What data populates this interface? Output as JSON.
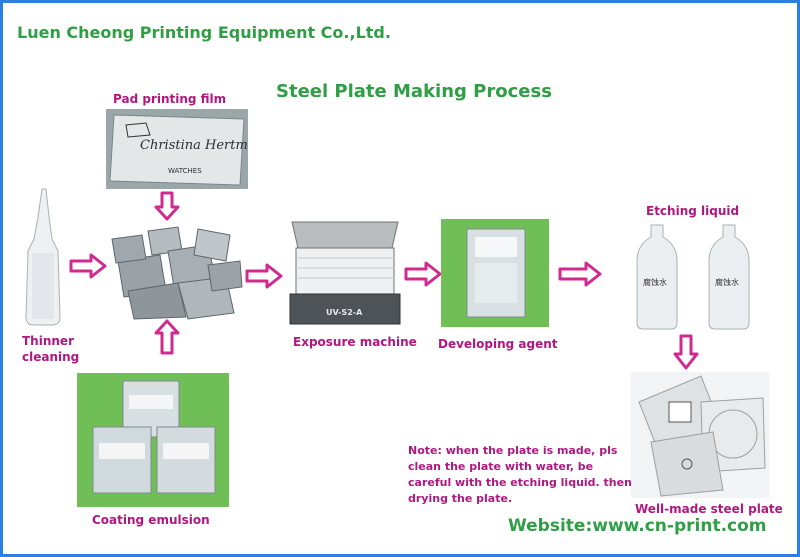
{
  "company": "Luen Cheong Printing Equipment Co.,Ltd.",
  "title": "Steel Plate Making Process",
  "labels": {
    "film": "Pad printing film",
    "thinner": "Thinner\ncleaning",
    "exposure": "Exposure machine",
    "developing": "Developing agent",
    "etching": "Etching liquid",
    "coating": "Coating emulsion",
    "wellmade": "Well-made steel plate"
  },
  "film_text": {
    "script": "Christina Hertman",
    "brand": "WATCHES"
  },
  "machine_label": "UV-S2-A",
  "bottle_label": "腐蚀水",
  "note": "Note: when the plate is made, pls clean the plate with water, be careful with the etching liquid. then drying the plate.",
  "website": "Website:www.cn-print.com",
  "colors": {
    "border": "#2a7fe0",
    "heading": "#2f9e44",
    "label": "#b0177f",
    "arrow": "#d02a90"
  }
}
